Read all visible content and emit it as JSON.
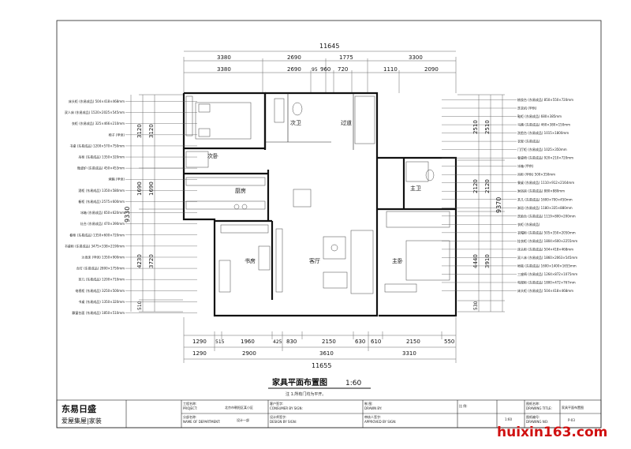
{
  "drawing": {
    "title": "家具平面布置图",
    "scale": "1:60",
    "note": "注 1.所有门均为平开。",
    "watermark": "huixin163.com"
  },
  "top_dims": {
    "total": "11645",
    "row1": [
      "3380",
      "2690",
      "1775",
      "3300"
    ],
    "row2": [
      "3380",
      "2690",
      "95",
      "960",
      "720",
      "1110",
      "2090"
    ]
  },
  "bottom_dims": {
    "total": "11655",
    "row1": [
      "1290",
      "515",
      "1960",
      "425",
      "830",
      "2150",
      "630",
      "610",
      "2150",
      "550"
    ],
    "row2": [
      "1290",
      "2900",
      "3610",
      "3310"
    ]
  },
  "left_dims": {
    "total": "9330",
    "outer": [
      "3120",
      "1690",
      "4230",
      "510"
    ],
    "inner": [
      "3120",
      "1690",
      "3720"
    ]
  },
  "right_dims": {
    "total": "9370",
    "outer": [
      "2510",
      "2120",
      "4440",
      "530"
    ],
    "inner": [
      "2510",
      "2120",
      "3910"
    ]
  },
  "rooms": {
    "bath2": "次卫",
    "corridor": "过道",
    "bed2": "次卧",
    "kitchen": "厨房",
    "study": "书房",
    "living": "客厅",
    "master_bath": "主卫",
    "master_bed": "主卧"
  },
  "left_labels": [
    "床头柜 (东易成品) 504×418×468mm",
    "双人床 (东易成品) 1520×2025×545mm",
    "衣柜 (东易成品) 325×466×210mm",
    "椅子 (甲供)",
    "书桌 (东易成品) 1200×570×750mm",
    "吊柜 (东易成品) 1350×320mm",
    "微波炉 (东易成品) 450×453mm",
    "烤箱 (甲供)",
    "酒柜 (东易成品) 1350×580mm",
    "橱柜 (东易成品) 2575×600mm",
    "冰箱 (东易成品) 650×620mm",
    "灶台 (东易成品) 470×390mm",
    "橱柜 (东易成品) 1350×600×720mm",
    "书桌柜 (东易成品) 3475×338×2190mm",
    "沙发床 (甲供) 1350×900mm",
    "台灯 (东易成品) 2800×1750mm",
    "茶几 (东易成品) 1200×710mm",
    "电视柜 (东易成品) 3250×500mm",
    "书桌 (东易成品) 1350×320mm",
    "飘窗台面 (东易成品) 1850×510mm"
  ],
  "right_labels": [
    "梳妆台 (东易成品) 850×550×720mm",
    "洗衣机 (甲供)",
    "鞋柜 (东易成品) 680×385mm",
    "马桶 (东易成品) 460×380×150mm",
    "洗脸台 (东易成品) 1015×1800mm",
    "衣架 (东易成品)",
    "门厅柜 (东易成品) 1025×350mm",
    "餐桌椅 (东易成品) 920×210×720mm",
    "冰箱 (甲供)",
    "吊柜 (甲供) 500×350mm",
    "餐桌 (东易成品) 1110×912×2164mm",
    "淋浴房 (东易成品) 880×880mm",
    "茶几 (东易成品) 1600×700×450mm",
    "淋浴 (东易成品) 1180×335×880mm",
    "洗脸台 (东易成品) 1119×800×200mm",
    "衣柜 (东易成品)",
    "衣帽柜 (东易成品) 505×350×2050mm",
    "挂衣柜 (东易成品) 1804×600×2255mm",
    "床头柜 (东易成品) 504×418×468mm",
    "双人床 (东易成品) 1860×2063×545mm",
    "地毯 (东易成品) 1600×1400×1655mm",
    "三座椅 (东易成品) 1264×872×1075mm",
    "电视柜 (东易成品) 1800×472×767mm",
    "床头柜 (东易成品) 504×418×468mm"
  ],
  "title_block": {
    "company_cn": "东易日盛",
    "company_sub": "爱屋集屋|家装",
    "project_label": "工程名称:",
    "project_label_en": "PROJECT:",
    "project_value": "北京市朝阳区某小区",
    "dept_label": "分部名称:",
    "dept_label_en": "NAME OF DEPARTMENT:",
    "dept_value": "设计一部",
    "customer_label": "客户签字:",
    "customer_label_en": "CONSUMER BY SIGN:",
    "designer_label": "设计师签字:",
    "designer_label_en": "DESIGN BY SIGN:",
    "drawn_label": "制 图:",
    "drawn_label_en": "DRAWN BY:",
    "approved_label": "审核人签字:",
    "approved_label_en": "APPROVED BY SIGN:",
    "scale_label": "比 例:",
    "scale_value": "1:60",
    "title_label": "图纸名称:",
    "title_label_en": "DRAWING TITLE:",
    "title_value": "家具平面布置图",
    "no_label": "图纸编号:",
    "no_label_en": "DRAWING NO:",
    "no_value": "P-03"
  }
}
